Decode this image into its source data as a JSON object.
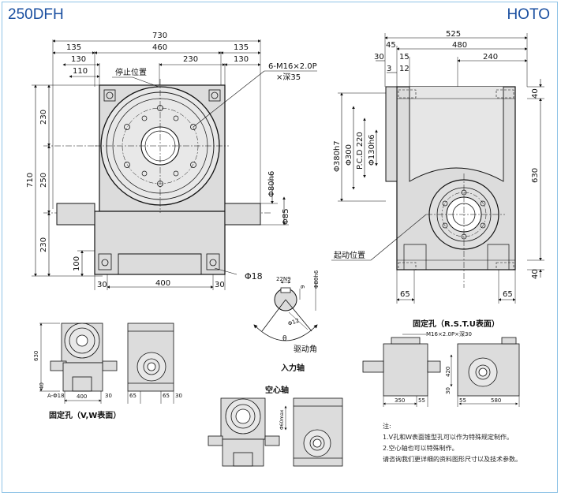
{
  "header": {
    "model": "250DFH",
    "brand": "HOTO"
  },
  "front_view": {
    "dims_top": [
      "730",
      "460",
      "135",
      "130",
      "110",
      "230",
      "135",
      "130"
    ],
    "dims_left": [
      "710",
      "230",
      "250",
      "230",
      "100"
    ],
    "dims_bottom": [
      "30",
      "400",
      "30"
    ],
    "dims_right": [
      "Φ80h6",
      "Φ85"
    ],
    "stop_position": "停止位置",
    "thread_note_1": "6-M16×2.0P",
    "thread_note_2": "×深35",
    "hole": "Φ18"
  },
  "side_view": {
    "dims_top": [
      "525",
      "480",
      "240",
      "30",
      "45",
      "15",
      "3",
      "12"
    ],
    "dims_left": [
      "Φ380h7",
      "Φ300",
      "P.C.D 220",
      "Φ130h6"
    ],
    "dims_right": [
      "40",
      "630",
      "40"
    ],
    "dims_bottom": [
      "65",
      "65"
    ],
    "start_position": "起动位置"
  },
  "keyway": {
    "width": "22N9",
    "depth": "9",
    "shaft": "Φ80h6",
    "chord": "Φ12",
    "angle_symbol": "θ",
    "drive_angle": "驱动角",
    "caption": "入力轴"
  },
  "vw_views": {
    "dims": [
      "630",
      "40",
      "A-Φ18",
      "400",
      "30",
      "65",
      "65",
      "30"
    ],
    "caption": "固定孔（V,W表面）"
  },
  "rstu_views": {
    "caption": "固定孔（R.S.T.U表面）",
    "thread": "M16×2.0P×深30",
    "dims": [
      "420",
      "30",
      "350",
      "55",
      "55",
      "580"
    ]
  },
  "hollow_shaft": {
    "caption": "空心轴",
    "dim": "Φ60max"
  },
  "notes": {
    "title": "注:",
    "lines": [
      "1.V孔和W表面锥型孔可以作为特殊规定制作。",
      "2.空心轴也可以特殊制作。",
      "请咨询我们更详细的资料图形尺寸以及技术参数。"
    ]
  },
  "colors": {
    "ink": "#111111",
    "body_fill": "#dcdcdc",
    "frame": "#8fc3e6",
    "brand": "#1a4fa0"
  }
}
